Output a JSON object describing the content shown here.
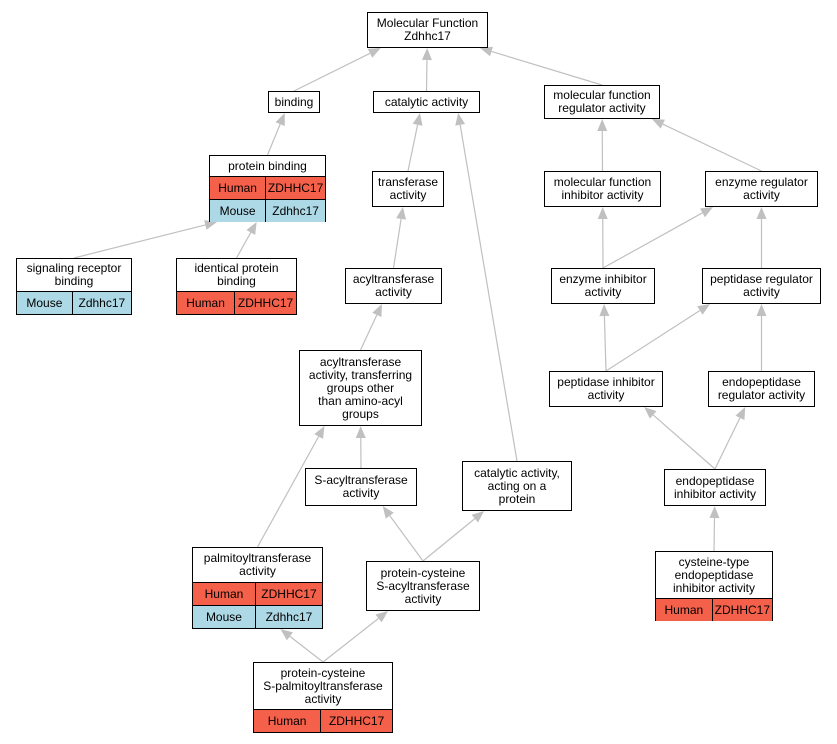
{
  "colors": {
    "human": "#f4604a",
    "mouse": "#add8e6",
    "edge": "#c0c0c0"
  },
  "nodes": [
    {
      "id": "root",
      "label": "Molecular Function\nZdhhc17"
    },
    {
      "id": "binding",
      "label": "binding"
    },
    {
      "id": "catalytic",
      "label": "catalytic activity"
    },
    {
      "id": "mfreg",
      "label": "molecular function\nregulator activity"
    },
    {
      "id": "protbind",
      "label": "protein binding",
      "rows": [
        {
          "species": "Human",
          "gene": "ZDHHC17"
        },
        {
          "species": "Mouse",
          "gene": "Zdhhc17"
        }
      ]
    },
    {
      "id": "transferase",
      "label": "transferase\nactivity"
    },
    {
      "id": "mfinhib",
      "label": "molecular function\ninhibitor activity"
    },
    {
      "id": "enzreg",
      "label": "enzyme regulator\nactivity"
    },
    {
      "id": "sigrec",
      "label": "signaling receptor\nbinding",
      "rows": [
        {
          "species": "Mouse",
          "gene": "Zdhhc17"
        }
      ]
    },
    {
      "id": "identprot",
      "label": "identical protein\nbinding",
      "rows": [
        {
          "species": "Human",
          "gene": "ZDHHC17"
        }
      ]
    },
    {
      "id": "acyltr",
      "label": "acyltransferase\nactivity"
    },
    {
      "id": "enzinhib",
      "label": "enzyme inhibitor\nactivity"
    },
    {
      "id": "pepreg",
      "label": "peptidase regulator\nactivity"
    },
    {
      "id": "acylother",
      "label": "acyltransferase\nactivity, transferring\ngroups other\nthan amino-acyl\ngroups"
    },
    {
      "id": "pepinhib",
      "label": "peptidase inhibitor\nactivity"
    },
    {
      "id": "endopepreg",
      "label": "endopeptidase\nregulator activity"
    },
    {
      "id": "sacyl",
      "label": "S-acyltransferase\nactivity"
    },
    {
      "id": "catprot",
      "label": "catalytic activity,\nacting on a\nprotein"
    },
    {
      "id": "endopepinhib",
      "label": "endopeptidase\ninhibitor activity"
    },
    {
      "id": "palm",
      "label": "palmitoyltransferase\nactivity",
      "rows": [
        {
          "species": "Human",
          "gene": "ZDHHC17"
        },
        {
          "species": "Mouse",
          "gene": "Zdhhc17"
        }
      ]
    },
    {
      "id": "pcsacyl",
      "label": "protein-cysteine\nS-acyltransferase\nactivity"
    },
    {
      "id": "cysendo",
      "label": "cysteine-type\nendopeptidase\ninhibitor activity",
      "rows": [
        {
          "species": "Human",
          "gene": "ZDHHC17"
        }
      ]
    },
    {
      "id": "pcspalm",
      "label": "protein-cysteine\nS-palmitoyltransferase\nactivity",
      "rows": [
        {
          "species": "Human",
          "gene": "ZDHHC17"
        }
      ]
    }
  ],
  "edges": [
    {
      "from": "binding",
      "to": "root"
    },
    {
      "from": "catalytic",
      "to": "root"
    },
    {
      "from": "mfreg",
      "to": "root"
    },
    {
      "from": "protbind",
      "to": "binding"
    },
    {
      "from": "sigrec",
      "to": "protbind"
    },
    {
      "from": "identprot",
      "to": "protbind"
    },
    {
      "from": "transferase",
      "to": "catalytic"
    },
    {
      "from": "catprot",
      "to": "catalytic"
    },
    {
      "from": "mfinhib",
      "to": "mfreg"
    },
    {
      "from": "enzreg",
      "to": "mfreg"
    },
    {
      "from": "acyltr",
      "to": "transferase"
    },
    {
      "from": "acylother",
      "to": "acyltr"
    },
    {
      "from": "sacyl",
      "to": "acylother"
    },
    {
      "from": "palm",
      "to": "acylother"
    },
    {
      "from": "pcsacyl",
      "to": "sacyl"
    },
    {
      "from": "pcsacyl",
      "to": "catprot"
    },
    {
      "from": "pcspalm",
      "to": "palm"
    },
    {
      "from": "pcspalm",
      "to": "pcsacyl"
    },
    {
      "from": "enzinhib",
      "to": "mfinhib"
    },
    {
      "from": "enzinhib",
      "to": "enzreg"
    },
    {
      "from": "pepreg",
      "to": "enzreg"
    },
    {
      "from": "pepinhib",
      "to": "enzinhib"
    },
    {
      "from": "pepinhib",
      "to": "pepreg"
    },
    {
      "from": "endopepreg",
      "to": "pepreg"
    },
    {
      "from": "endopepinhib",
      "to": "pepinhib"
    },
    {
      "from": "endopepinhib",
      "to": "endopepreg"
    },
    {
      "from": "cysendo",
      "to": "endopepinhib"
    }
  ]
}
